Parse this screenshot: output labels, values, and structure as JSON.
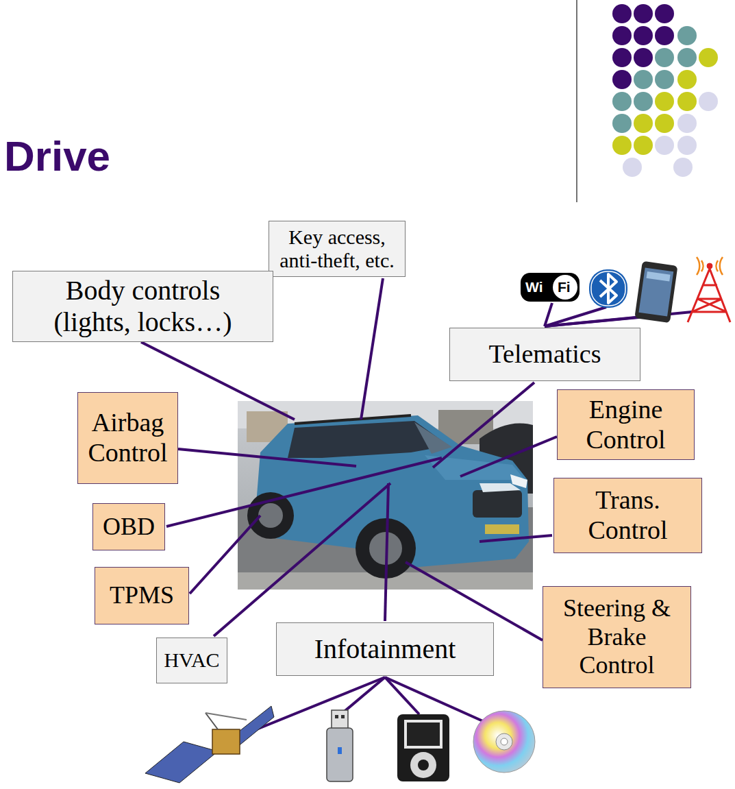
{
  "diagram": {
    "title": "Drive",
    "nodes": [
      {
        "text": [
          "Key access, anti-theft, etc."
        ]
      },
      {
        "text": [
          "Body controls (lights, locks…)"
        ]
      },
      {
        "text": [
          "Telematics"
        ]
      },
      {
        "text": [
          "Airbag Control"
        ]
      },
      {
        "text": [
          "Engine Control"
        ]
      },
      {
        "text": [
          "OBD"
        ]
      },
      {
        "text": [
          "Trans. Control"
        ]
      },
      {
        "text": [
          "TPMS"
        ]
      },
      {
        "text": [
          "Steering & Brake Control"
        ]
      },
      {
        "text": [
          "HVAC"
        ]
      },
      {
        "text": [
          "Infotainment"
        ]
      }
    ],
    "labels": [
      "Wi",
      "Fi"
    ]
  }
}
